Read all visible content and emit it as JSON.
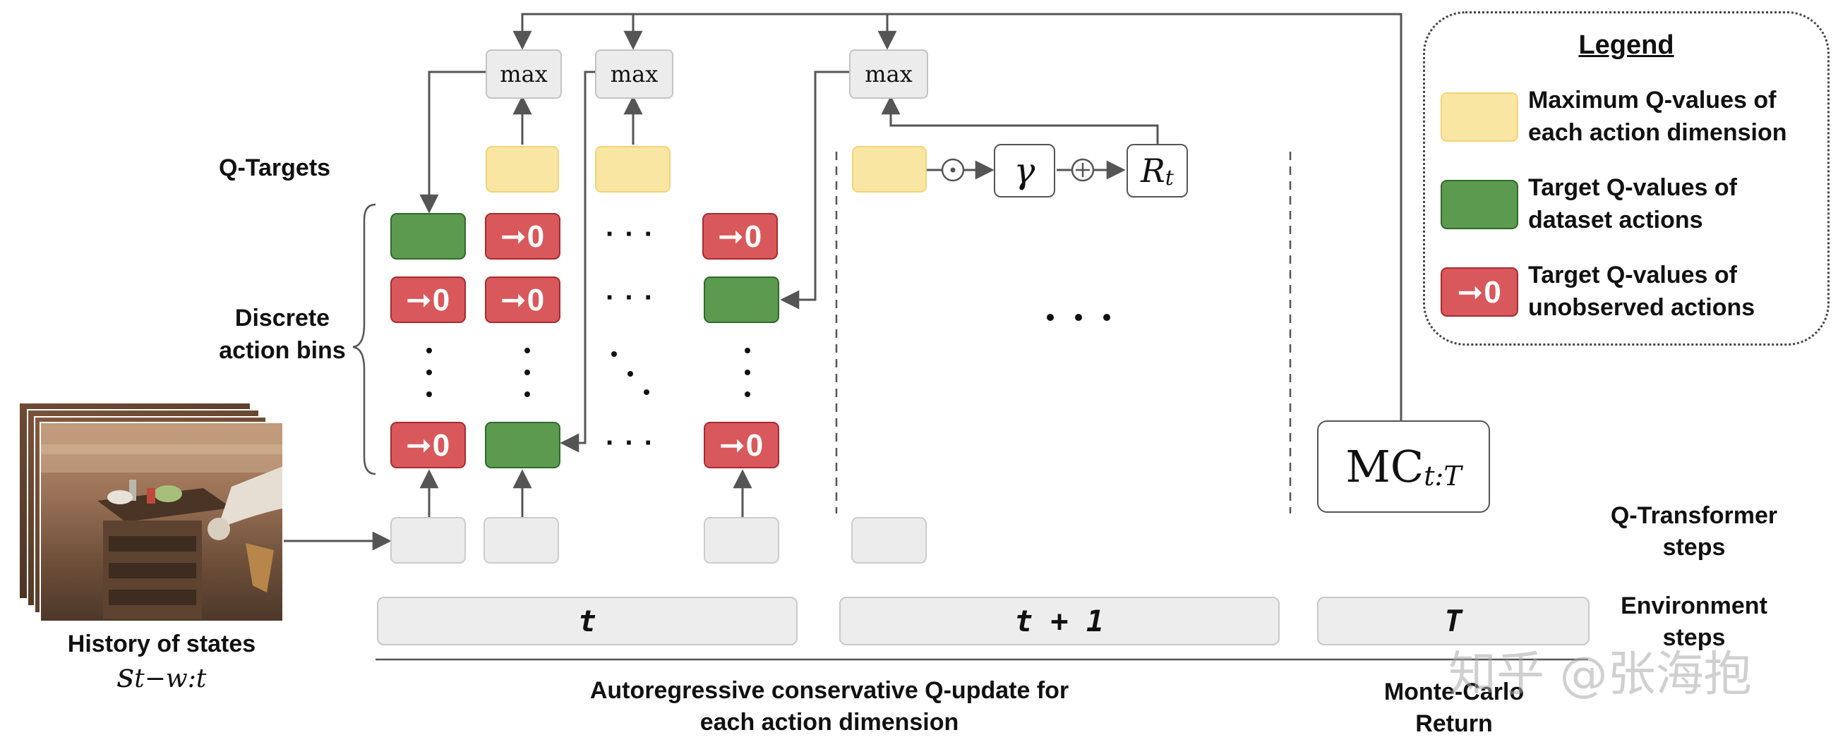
{
  "labels": {
    "q_targets": "Q-Targets",
    "discrete_line1": "Discrete",
    "discrete_line2": "action bins",
    "history_title": "History of states",
    "history_symbol_base": "s",
    "history_symbol_sub": "t−w:t",
    "q_transformer_line1": "Q-Transformer",
    "q_transformer_line2": "steps",
    "environment_line1": "Environment",
    "environment_line2": "steps",
    "montecarlo_line1": "Monte-Carlo",
    "montecarlo_line2": "Return",
    "bottom_line1": "Autoregressive conservative Q-update for",
    "bottom_line2": "each action dimension"
  },
  "max_label": "max",
  "red_cell_text": "➞0",
  "gamma": "γ",
  "reward_base": "R",
  "reward_sub": "t",
  "mc_base": "MC",
  "mc_sub": "t:T",
  "steps": {
    "t": "t",
    "t_plus_1": "t + 1",
    "T": "T"
  },
  "legend": {
    "title": "Legend",
    "items": [
      {
        "line1": "Maximum Q-values of",
        "line2": "each action dimension",
        "color": "#fae6a3"
      },
      {
        "line1": "Target Q-values of",
        "line2": "dataset actions",
        "color": "#5b9a4f"
      },
      {
        "line1": "Target Q-values of",
        "line2": "unobserved actions",
        "color": "#d9585b"
      }
    ]
  },
  "watermark": "知乎 @张海抱",
  "colors": {
    "yellow": "#fae6a3",
    "green": "#5b9a4f",
    "red": "#d9585b",
    "gray": "#ececec",
    "arrow": "#555555"
  }
}
